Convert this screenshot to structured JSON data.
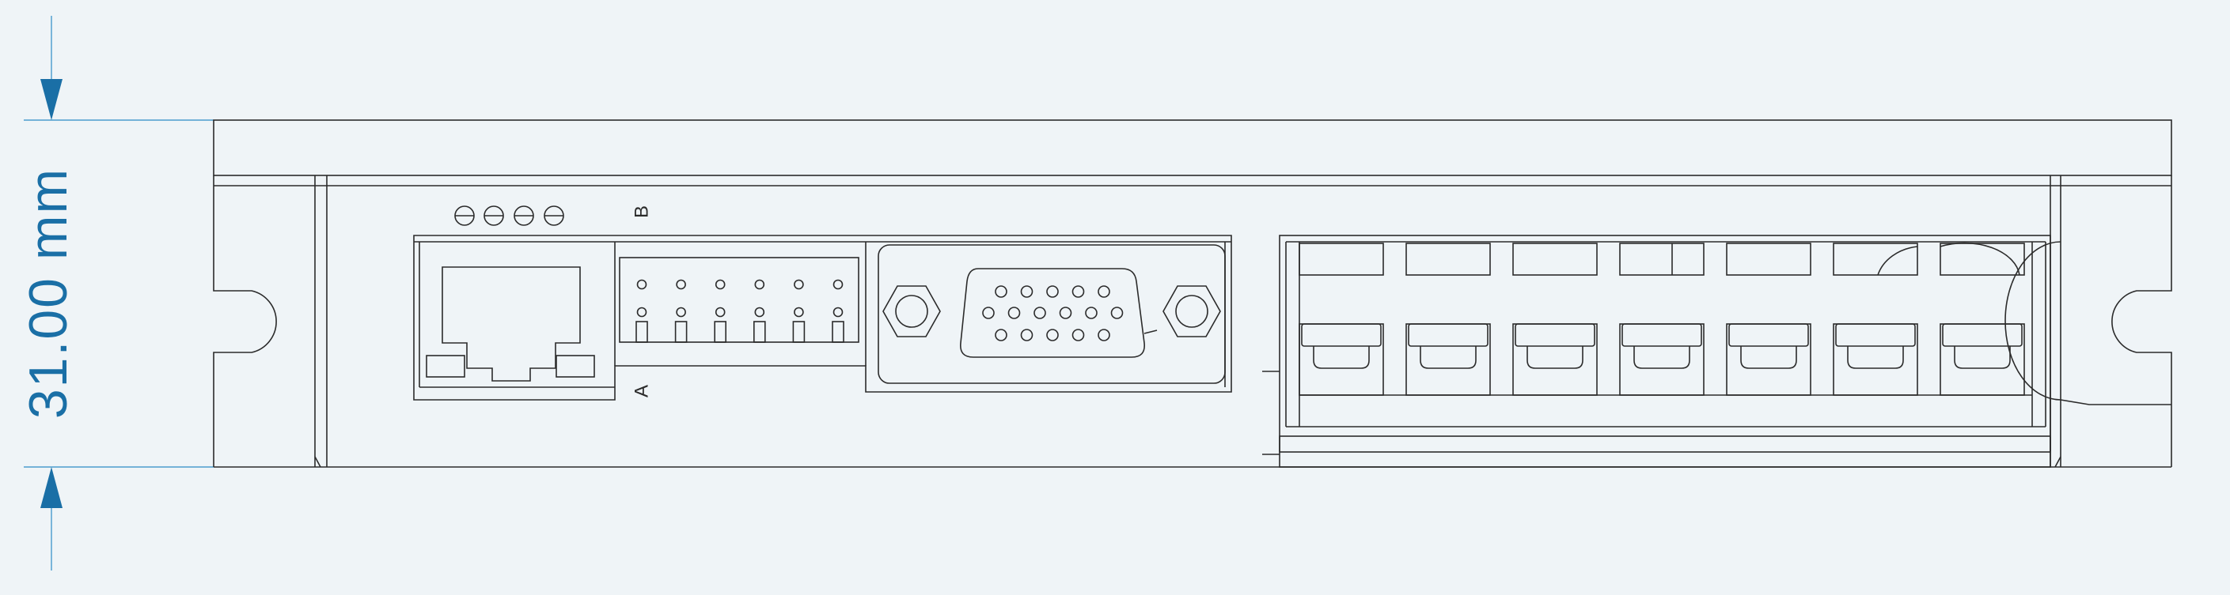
{
  "dimension": {
    "height_label": "31.00 mm",
    "line_color": "#2a8bc6",
    "text_color": "#1a6fa6"
  },
  "labels": {
    "header_top": "B",
    "header_bottom": "A"
  },
  "components": {
    "status_led_count": 4,
    "header_pin_columns": 6,
    "terminal_block_count": 7,
    "dsub_pin_rows": [
      5,
      6,
      5
    ]
  },
  "colors": {
    "background": "#eff4f7",
    "outline": "#2b2b2b"
  }
}
